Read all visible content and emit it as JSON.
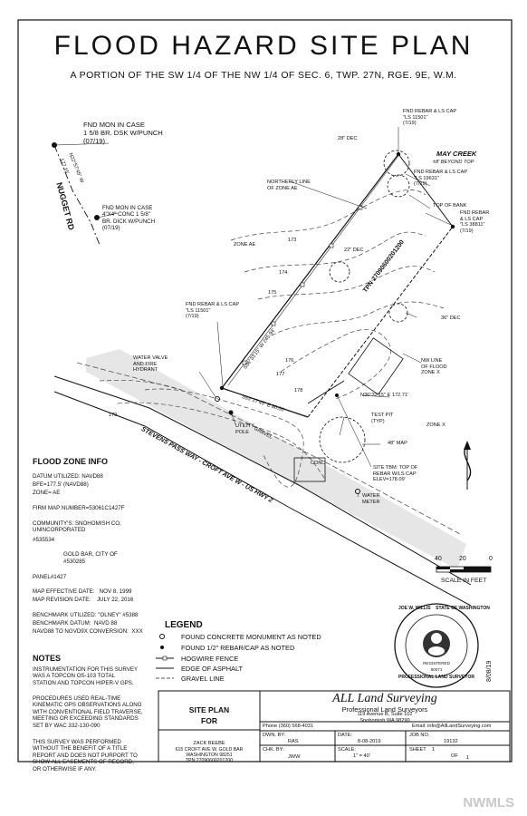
{
  "header": {
    "title": "FLOOD HAZARD SITE PLAN",
    "subtitle": "A PORTION OF THE SW 1/4 OF THE NW 1/4 OF SEC. 6, TWP. 27N, RGE. 9E, W.M."
  },
  "map_labels": {
    "fnd_mon_1": "FND MON IN CASE\n1 5/8 BR. DSK W/PUNCH\n(07/19)",
    "fnd_mon_2": "FND MON IN CASE\n4\"X4\" CONC 1 5/8\"\nBR. DICK W/PUNCH\n(07/19)",
    "nugget_rd": "NUGGET RD",
    "bearing_1": "N22°57'45\" W",
    "dist_1": "177.15'",
    "fnd_rebar_1": "FND REBAR & LS CAP\n\"LS 11501\"\n(7/19)",
    "fnd_rebar_2": "FND REBAR & LS CAP\n\"LS 19631\"\n(7/19)",
    "fnd_rebar_3": "FND REBAR & LS CAP\n\"LS 11501\"\n(7/19)",
    "fnd_rebar_4": "FND REBAR\n& LS CAP\n\"LS 38811\"\n(7/19)",
    "top_of_bank": "TOP OF BANK",
    "may_creek": "MAY CREEK",
    "may_creek_sub": "±8' BEYOND TOP",
    "dec_28": "28\" DEC",
    "dec_22": "22\" DEC",
    "dec_36": "36\" DEC",
    "map_48": "48\" MAP",
    "northerly_line": "NORTHERLY LINE\nOF ZONE AE",
    "zone_ae": "ZONE AE",
    "zone_x": "ZONE X",
    "nw_line": "NW LINE\nOF FLOOD\nZONE X",
    "tpn": "TPN 27090600201200",
    "bearing_2": "S36°33'15\" W 245.94'",
    "bearing_3": "N36°32'15\" E 172.71'",
    "bearing_4": "S53°27'45\" E 80.00'",
    "water_valve": "WATER VALVE\nAND FIRE\nHYDRANT",
    "utility_pole": "UTILITY\nPOLE",
    "test_pit": "TEST PIT\n(TYP)",
    "site_tbm": "SITE TBM: TOP OF\nREBAR W/LS CAP\nELEV=178.09'",
    "water_meter": "WATER\nMETER",
    "gravel": "GRAVEL",
    "conc": "CONC",
    "road": "STEVENS PASS WAY - CROFT AVE W - US HWY 2",
    "contours": [
      "173",
      "174",
      "175",
      "176",
      "177",
      "178",
      "179"
    ]
  },
  "scale": {
    "ticks": [
      "40",
      "20",
      "0"
    ],
    "label": "SCALE IN FEET"
  },
  "flood_zone": {
    "heading": "FLOOD ZONE INFO",
    "datum": "DATUM UTILIZED: NAVD88",
    "bfe": "BFE=177.5' (NAVD88)",
    "zone": "ZONE= AE",
    "firm": "FIRM MAP NUMBER=53061C1427F",
    "community": "COMMUNITY'S: SNOHOMISH CO,\nUNINCORPORATED",
    "community_no": "#535534",
    "gold_bar": "GOLD BAR, CITY OF",
    "gold_bar_no": "#530285",
    "panel": "PANEL#1427",
    "effective": "MAP EFFECTIVE DATE:   NOV 8, 1999",
    "revision": "MAP REVISION DATE:    JULY 22, 2016",
    "benchmark": "BENCHMARK UTILIZED: \"OLNEY\" #5388",
    "bench_datum": "BENCHMARK DATUM:  NAVD 88",
    "conversion": "NAVD88 TO NGVD9X CONVERSION:  XXX"
  },
  "notes": {
    "heading": "NOTES",
    "note1": "INSTRUMENTATION FOR THIS SURVEY\nWAS A TOPCON OS-103 TOTAL\nSTATION AND TOPCON HIPER-V GPS.",
    "note2": "PROCEDURES USED REAL-TIME\nKINEMATIC GPS OBSERVATIONS ALONG\nWITH CONVENTIONAL FIELD TRAVERSE,\nMEETING OR EXCEEDING STANDARDS\nSET BY WAC 332-130-090",
    "note3": "THIS SURVEY WAS PERFORMED\nWITHOUT THE BENEFIT OF A TITLE\nREPORT AND DOES NOT PURPORT TO\nSHOW ALL EASEMENTS OF RECORD,\nOR OTHERWISE IF ANY."
  },
  "legend": {
    "heading": "LEGEND",
    "items": [
      "FOUND CONCRETE MONUMENT AS NOTED",
      "FOUND 1/2\" REBAR/CAP AS NOTED",
      "HOGWIRE FENCE",
      "EDGE OF ASPHALT",
      "GRAVEL LINE"
    ]
  },
  "seal": {
    "ring_text": "JOE W. WILLIS    STATE OF WASHINGTON",
    "ring_bottom": "PROFESSIONAL LAND SURVEYOR",
    "registered": "REGISTERED",
    "number": "50071",
    "date": "8/08/19"
  },
  "title_block": {
    "site_plan": "SITE PLAN",
    "for": "FOR",
    "client": "ZACK BEEBE",
    "address": "615 CROFT AVE W, GOLD BAR\nWASHINGTON 98251\nTPN:27090600201200",
    "company": "ALL Land Surveying",
    "company_sub": "Professional Land Surveyors",
    "company_addr": "119 Avenue B, Suite 102\nSnohomish WA 98290",
    "phone": "Phone (360) 568-4031",
    "email": "Email: info@AllLandSurveying.com",
    "dwn_label": "DWN. BY:",
    "dwn_value": "RAS",
    "date_label": "DATE:",
    "date_value": "8-08-2019",
    "job_label": "JOB NO.",
    "job_value": "19132",
    "chk_label": "CHK. BY:",
    "chk_value": "JWW",
    "scale_label": "SCALE:",
    "scale_value": "1\" = 40'",
    "sheet_label": "SHEET",
    "sheet_value": "1",
    "of_label": "OF",
    "of_value": "1"
  },
  "watermark": "NWMLS"
}
